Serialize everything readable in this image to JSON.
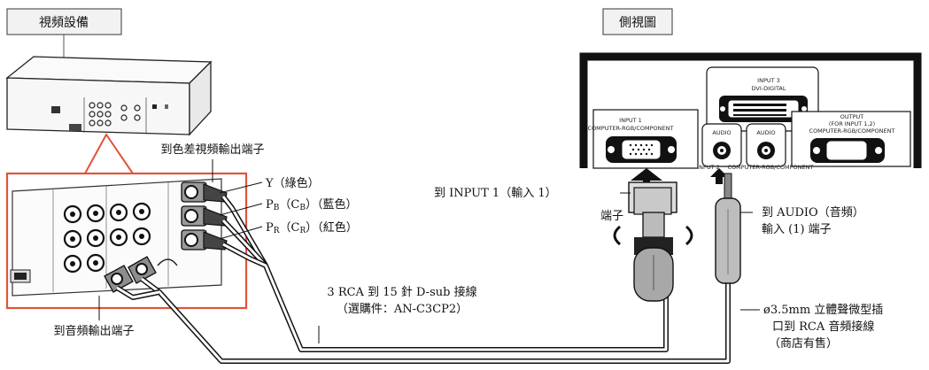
{
  "titles": {
    "video_device": "視頻設備",
    "side_view": "側視圖"
  },
  "labels": {
    "component_out": "到色差視頻輸出端子",
    "y_green": "Y（綠色）",
    "pb_blue_main": "P",
    "pb_blue_sub": "B",
    "pb_blue_paren": "（C",
    "pb_blue_paren_sub": "B",
    "pb_blue_tail": "）（藍色）",
    "pr_red_main": "P",
    "pr_red_sub": "R",
    "pr_red_paren": "（C",
    "pr_red_paren_sub": "R",
    "pr_red_tail": "）（紅色）",
    "to_input1": "到 INPUT 1（輸入 1）",
    "terminal": "端子",
    "to_audio": "到 AUDIO（音頻）",
    "audio_input": "輸入 (1) 端子",
    "cable_line1": "3 RCA 到 15 針 D-sub 接線",
    "cable_line2": "（選購件：AN-C3CP2）",
    "audio_out": "到音頻輸出端子",
    "stereo_line1": "ø3.5mm 立體聲微型插",
    "stereo_line2": "口到 RCA 音頻接線",
    "stereo_line3": "（商店有售）"
  },
  "panel": {
    "input3": "INPUT 3",
    "dvi": "DVI-DIGITAL",
    "input1": "INPUT 1",
    "input1_sub": "COMPUTER-RGB/COMPONENT",
    "audio": "AUDIO",
    "output": "OUTPUT",
    "output_sub1": "(FOR INPUT 1,2)",
    "output_sub2": "COMPUTER-RGB/COMPONENT",
    "input2": "INPUT 2",
    "input2_sub": "COMPUTER-RGB/COMPONENT"
  }
}
